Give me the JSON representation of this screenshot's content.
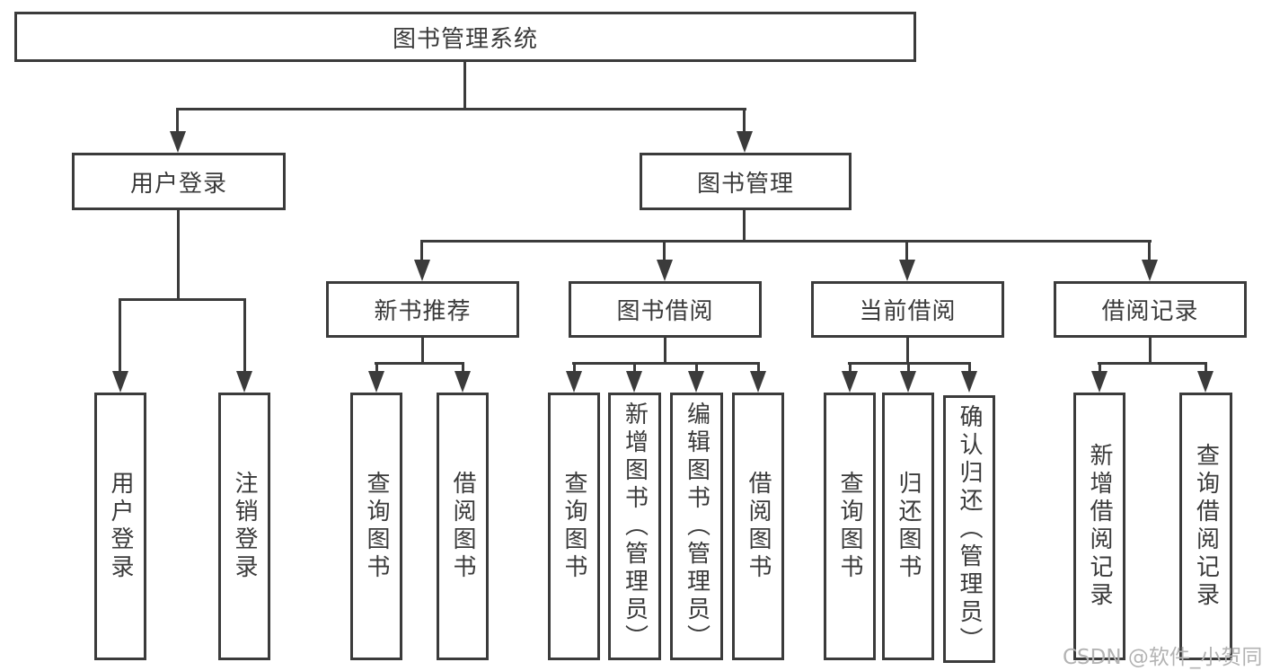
{
  "tree": {
    "label": "图书管理系统",
    "children": [
      {
        "label": "用户登录",
        "children": [
          {
            "label": "用户登录"
          },
          {
            "label": "注销登录"
          }
        ]
      },
      {
        "label": "图书管理",
        "children": [
          {
            "label": "新书推荐",
            "children": [
              {
                "label": "查询图书"
              },
              {
                "label": "借阅图书"
              }
            ]
          },
          {
            "label": "图书借阅",
            "children": [
              {
                "label": "查询图书"
              },
              {
                "label": "新增图书（管理员）"
              },
              {
                "label": "编辑图书（管理员）"
              },
              {
                "label": "借阅图书"
              }
            ]
          },
          {
            "label": "当前借阅",
            "children": [
              {
                "label": "查询图书"
              },
              {
                "label": "归还图书"
              },
              {
                "label": "确认归还（管理员）"
              }
            ]
          },
          {
            "label": "借阅记录",
            "children": [
              {
                "label": "新增借阅记录"
              },
              {
                "label": "查询借阅记录"
              }
            ]
          }
        ]
      }
    ]
  },
  "watermark": "CSDN @软件_小贺同学",
  "colors": {
    "line": "#3b3b3b",
    "text": "#3a3a3a",
    "watermark": "#b3b3b3",
    "background": "#ffffff"
  }
}
